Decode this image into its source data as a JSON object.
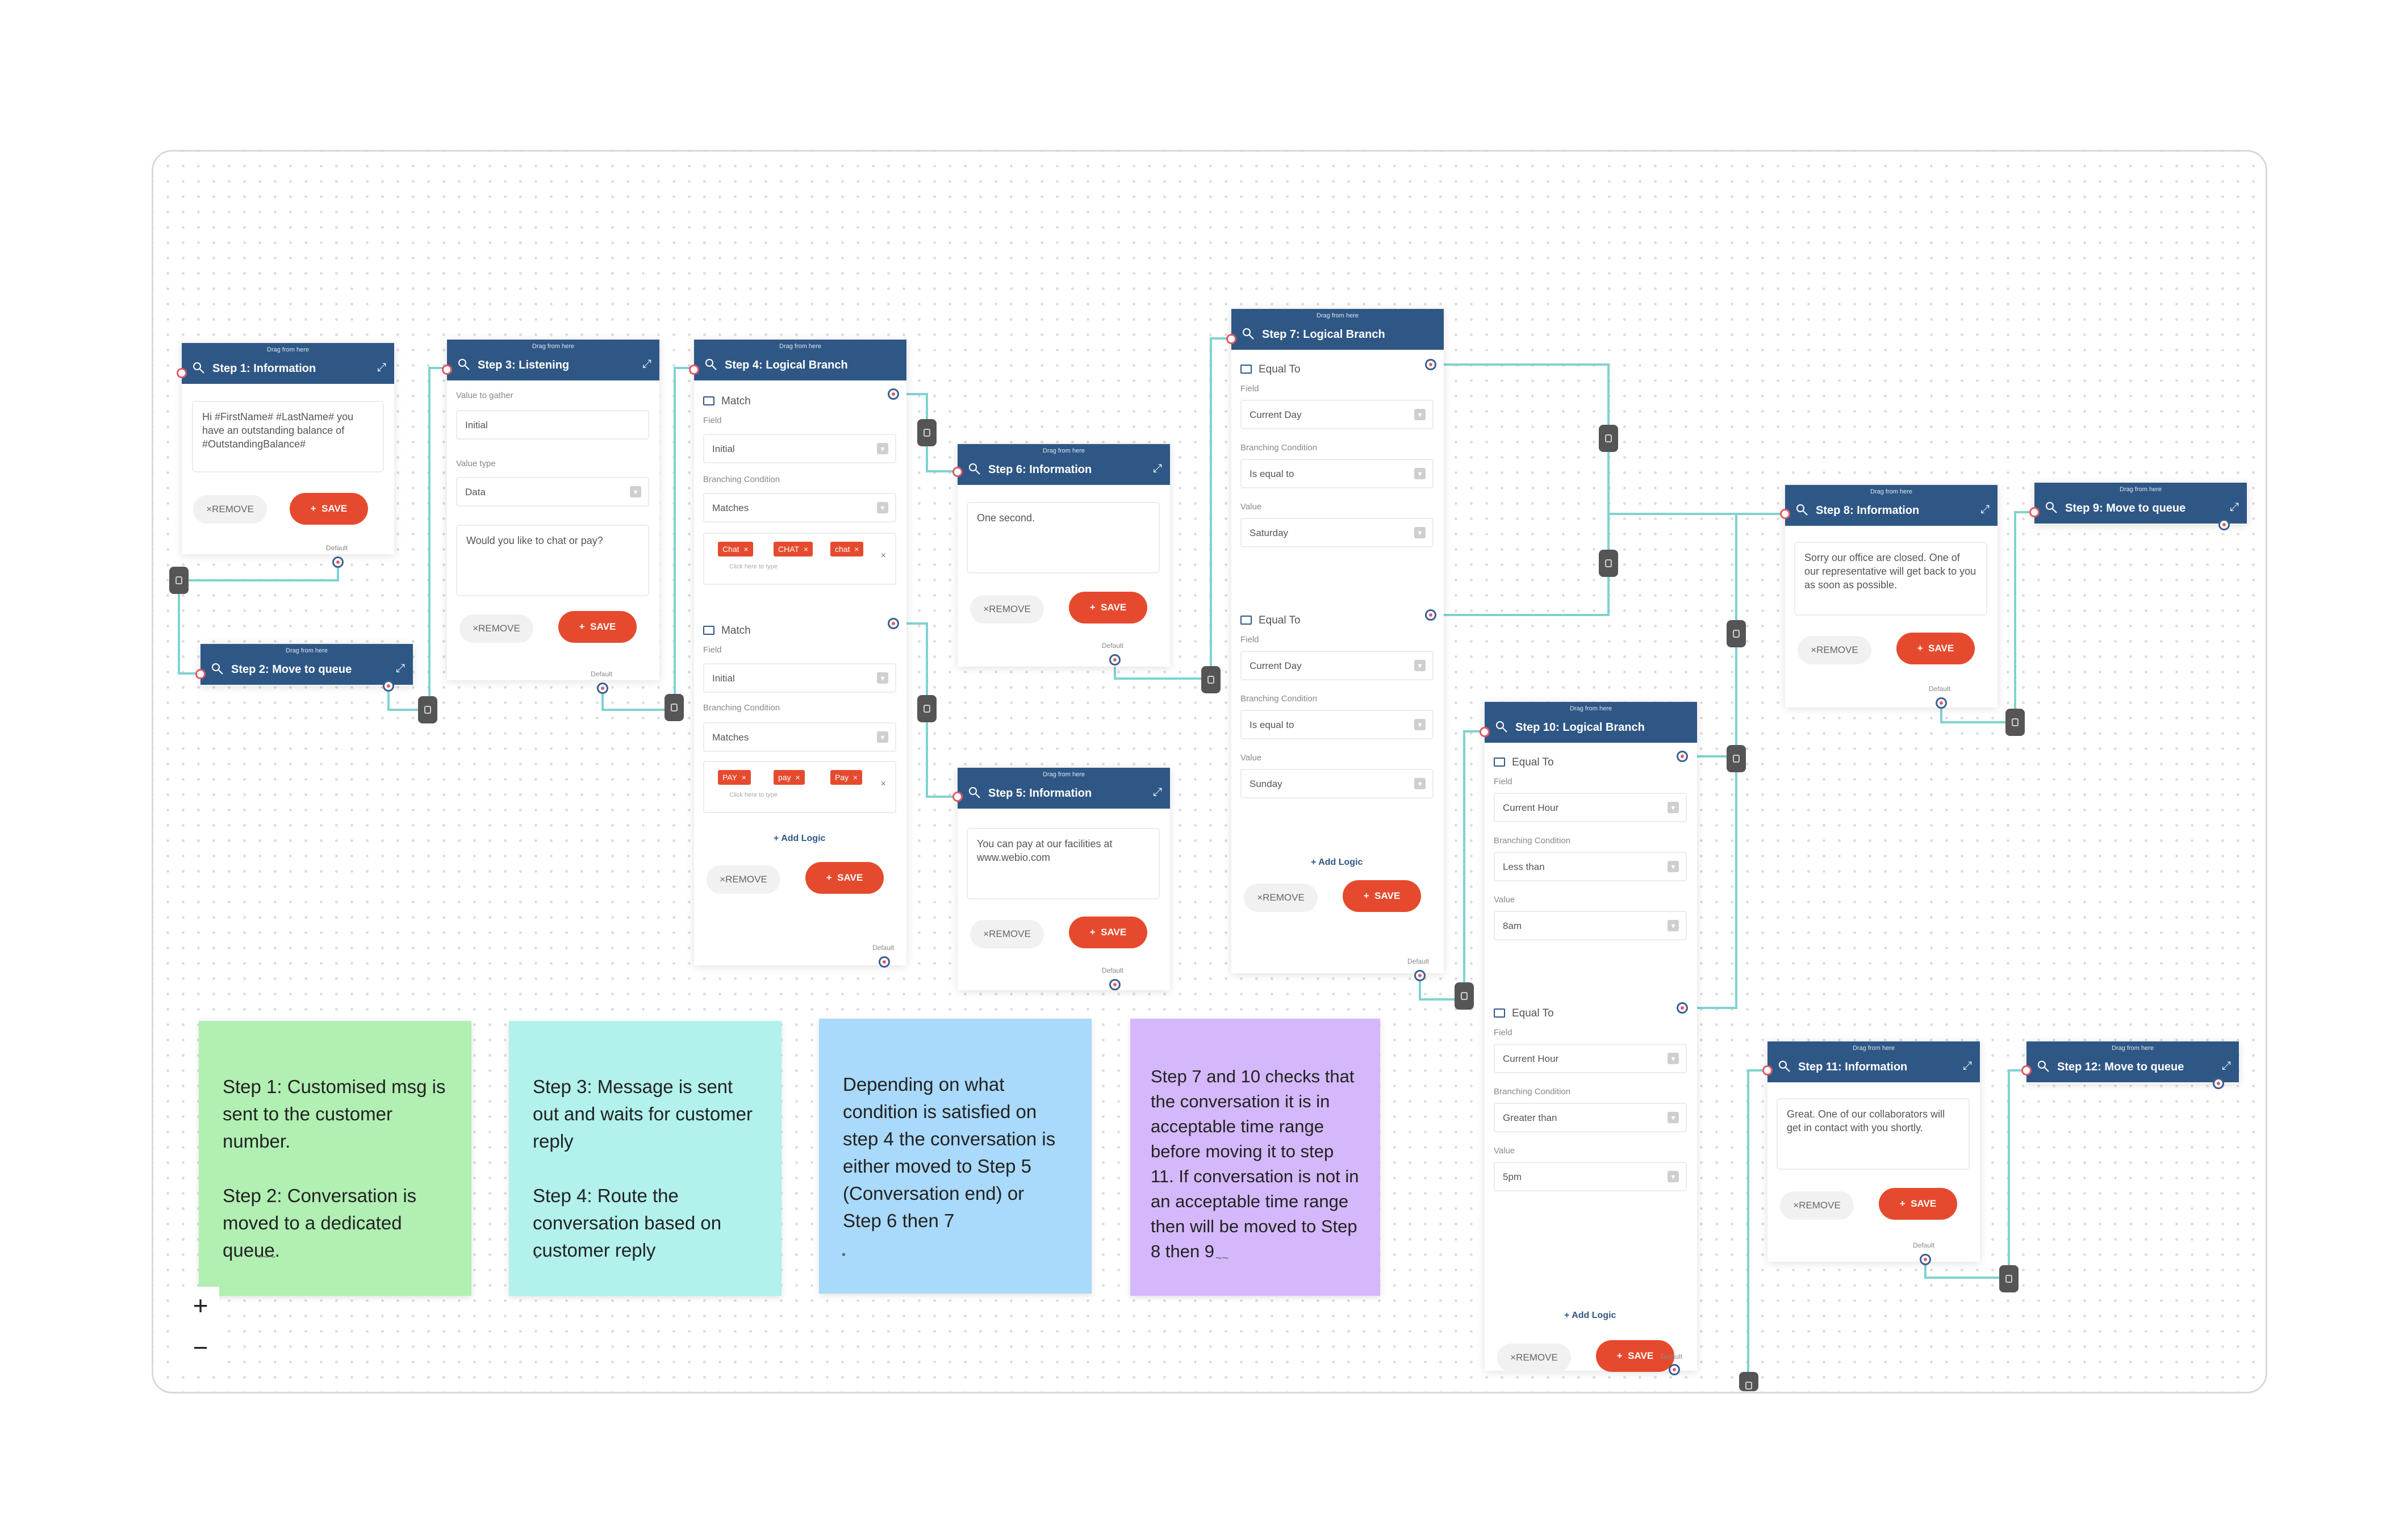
{
  "drag_label": "Drag from here",
  "default_label": "Default",
  "remove_label": "REMOVE",
  "save_label": "SAVE",
  "add_logic_label": "+ Add Logic",
  "tag_placeholder": "Click here to type",
  "colors": {
    "header": "#2f5785",
    "save": "#e64a2e",
    "wire": "#7fd3cf",
    "note1": "#b1efb3",
    "note2": "#b2f1ec",
    "note3": "#a9d9fb",
    "note4": "#d4b8fb"
  },
  "nodes": {
    "step1": {
      "title": "Step 1: Information",
      "message": "Hi #FirstName# #LastName# you have an outstanding balance of #OutstandingBalance#"
    },
    "step2": {
      "title": "Step 2: Move to queue"
    },
    "step3": {
      "title": "Step 3: Listening",
      "value_label": "Value to gather",
      "value": "Initial",
      "type_label": "Value type",
      "type": "Data",
      "message": "Would you like to chat or pay?"
    },
    "step4": {
      "title": "Step 4: Logical Branch",
      "logic1": {
        "type": "Match",
        "field_label": "Field",
        "field": "Initial",
        "cond_label": "Branching Condition",
        "cond": "Matches",
        "tags": [
          "Chat",
          "CHAT",
          "chat"
        ]
      },
      "logic2": {
        "type": "Match",
        "field_label": "Field",
        "field": "Initial",
        "cond_label": "Branching Condition",
        "cond": "Matches",
        "tags": [
          "PAY",
          "pay",
          "Pay"
        ]
      }
    },
    "step5": {
      "title": "Step 5: Information",
      "message": "You can pay at our facilities at www.webio.com"
    },
    "step6": {
      "title": "Step 6: Information",
      "message": "One second."
    },
    "step7": {
      "title": "Step 7: Logical Branch",
      "logic1": {
        "type": "Equal To",
        "field_label": "Field",
        "field": "Current Day",
        "cond_label": "Branching Condition",
        "cond": "Is equal to",
        "value_label": "Value",
        "value": "Saturday"
      },
      "logic2": {
        "type": "Equal To",
        "field_label": "Field",
        "field": "Current Day",
        "cond_label": "Branching Condition",
        "cond": "Is equal to",
        "value_label": "Value",
        "value": "Sunday"
      }
    },
    "step8": {
      "title": "Step 8: Information",
      "message": "Sorry our office are closed. One of our representative will get back to you as soon as possible."
    },
    "step9": {
      "title": "Step 9: Move to queue"
    },
    "step10": {
      "title": "Step 10: Logical Branch",
      "logic1": {
        "type": "Equal To",
        "field_label": "Field",
        "field": "Current Hour",
        "cond_label": "Branching Condition",
        "cond": "Less than",
        "value_label": "Value",
        "value": "8am"
      },
      "logic2": {
        "type": "Equal To",
        "field_label": "Field",
        "field": "Current Hour",
        "cond_label": "Branching Condition",
        "cond": "Greater than",
        "value_label": "Value",
        "value": "5pm"
      }
    },
    "step11": {
      "title": "Step 11: Information",
      "message": "Great. One of our collaborators will get in contact with you shortly."
    },
    "step12": {
      "title": "Step 12: Move to queue"
    }
  },
  "notes": [
    {
      "text": "Step 1: Customised msg is sent to the customer number.\n\nStep 2: Conversation is moved to a dedicated queue."
    },
    {
      "text": "Step 3: Message is sent out and waits for customer reply\n\nStep 4: Route the conversation based on customer reply"
    },
    {
      "text": "Depending on what condition is satisfied on step 4 the conversation is either moved to Step 5 (Conversation end) or Step 6 then 7"
    },
    {
      "text": "Step 7 and 10 checks that the conversation it is in acceptable time range before moving it to step 11. If conversation is not in an acceptable time range then will be moved to Step 8 then 9"
    }
  ],
  "zoom": {
    "in": "+",
    "out": "−"
  }
}
